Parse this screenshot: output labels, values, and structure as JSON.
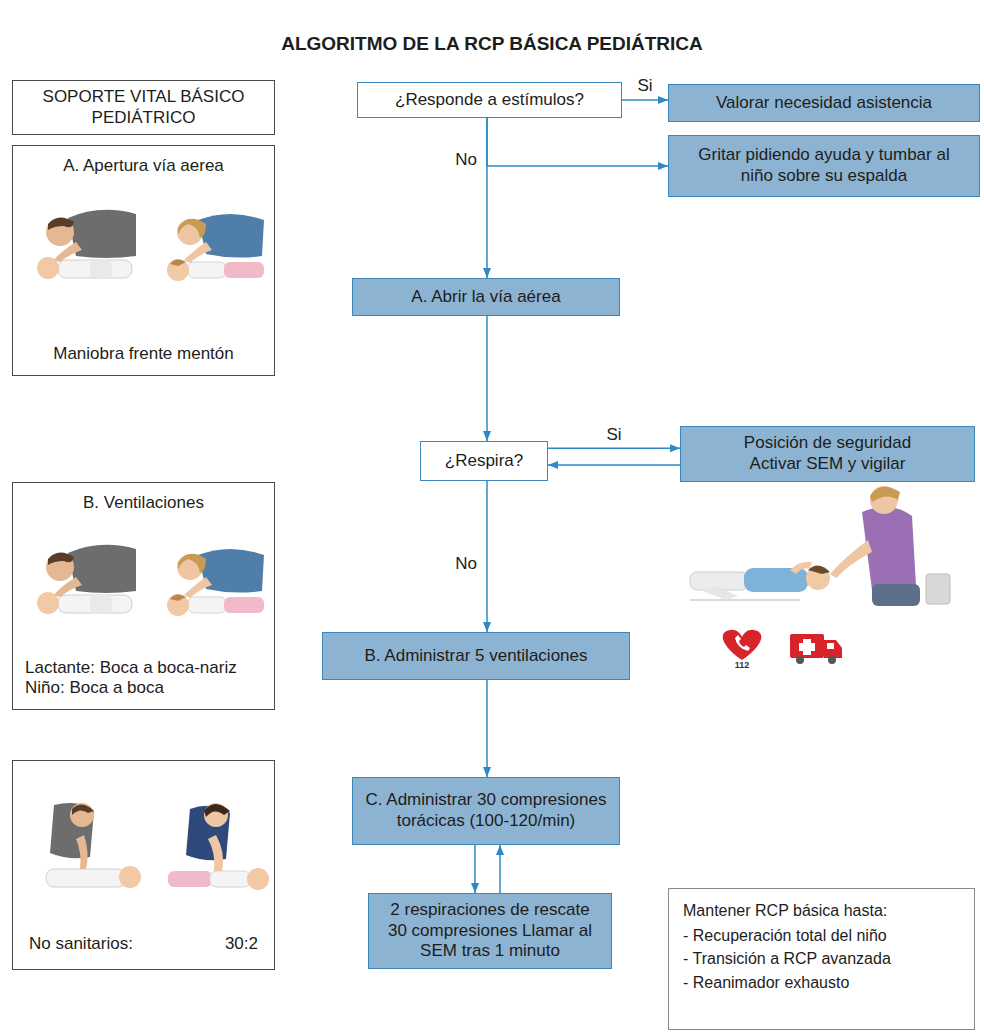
{
  "diagram": {
    "title": "ALGORITMO DE LA RCP BÁSICA PEDIÁTRICA",
    "nodes": [
      {
        "text": [
          "SOPORTE VITAL BÁSICO PEDIÁTRICO"
        ]
      },
      {
        "text": [
          "¿Responde a estímulos?"
        ]
      },
      {
        "text": [
          "Valorar necesidad asistencia"
        ]
      },
      {
        "text": [
          "A. Apertura vía aerea",
          "Maniobra frente mentón"
        ]
      },
      {
        "text": [
          "Gritar pidiendo ayuda y tumbar al niño sobre su espalda"
        ]
      },
      {
        "text": [
          "A. Abrir la vía aérea"
        ]
      },
      {
        "text": [
          "¿Respira?"
        ]
      },
      {
        "text": [
          "Posición de seguridad Activar SEM y vigilar"
        ]
      },
      {
        "text": [
          "B. Ventilaciones",
          "Lactante: Boca a boca-nariz",
          "Niño: Boca a boca"
        ]
      },
      {
        "text": [
          "B. Administrar 5 ventilaciones"
        ]
      },
      {
        "text": [
          "C. Administrar 30 compresiones torácicas (100-120/min)"
        ]
      },
      {
        "text": [
          "No sanitarios:",
          "30:2"
        ]
      },
      {
        "text": [
          "2 respiraciones de rescate 30 compresiones Llamar al SEM tras 1 minuto"
        ]
      },
      {
        "text": [
          "Mantener RCP básica hasta:",
          "- Recuperación total del niño",
          "- Transición a RCP avanzada",
          "- Reanimador exhausto"
        ]
      }
    ],
    "edges": [
      {
        "from": 1,
        "to": 2,
        "arrow": "to",
        "label": "Si"
      },
      {
        "from": 1,
        "to": 4,
        "arrow": "to"
      },
      {
        "from": 1,
        "to": 5,
        "arrow": "to",
        "label": "No"
      },
      {
        "from": 5,
        "to": 6,
        "arrow": "to"
      },
      {
        "from": 6,
        "to": 7,
        "arrow": "to",
        "label": "Si"
      },
      {
        "from": 7,
        "to": 6,
        "arrow": "to"
      },
      {
        "from": 6,
        "to": 9,
        "arrow": "to",
        "label": "No"
      },
      {
        "from": 9,
        "to": 10,
        "arrow": "to"
      },
      {
        "from": 10,
        "to": 12,
        "arrow": "to"
      },
      {
        "from": 12,
        "to": 10,
        "arrow": "to"
      }
    ],
    "labels": [
      "112"
    ]
  }
}
